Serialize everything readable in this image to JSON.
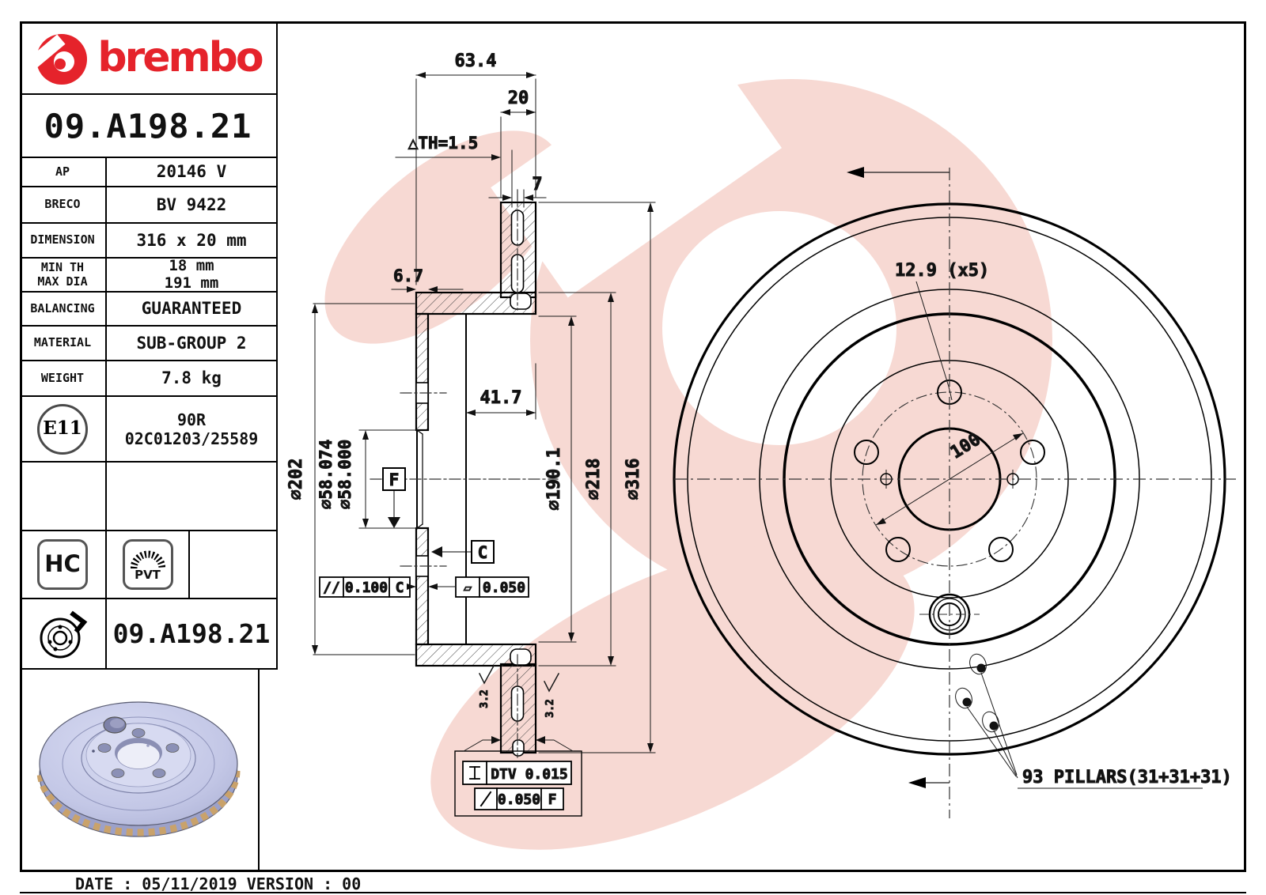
{
  "brand": {
    "name": "brembo",
    "accent_red": "#e5232b"
  },
  "part_number": "09.A198.21",
  "spec_table": {
    "rows": [
      {
        "label": "AP",
        "value": "20146 V"
      },
      {
        "label": "BRECO",
        "value": "BV 9422"
      },
      {
        "label": "DIMENSION",
        "value": "316 x 20 mm"
      },
      {
        "label": "MIN TH",
        "label2": "MAX DIA",
        "value": "18 mm",
        "value2": "191 mm"
      },
      {
        "label": "BALANCING",
        "value": "GUARANTEED"
      },
      {
        "label": "MATERIAL",
        "value": "SUB-GROUP 2"
      },
      {
        "label": "WEIGHT",
        "value": "7.8 kg"
      }
    ],
    "homologation": {
      "mark": "E11",
      "line1": "90R",
      "line2": "02C01203/25589"
    },
    "badges": {
      "hc": "HC",
      "pvt": "PVT"
    },
    "footer_part_number": "09.A198.21"
  },
  "section_view": {
    "dim_height": "63.4",
    "dim_thickness": "20",
    "dim_th_note": "△TH=1.5",
    "dim_vent": "7",
    "dim_flange": "6.7",
    "dim_depth": "41.7",
    "dia_hat": "⌀202",
    "dia_bore_max": "⌀58.074",
    "dia_bore_min": "⌀58.000",
    "dia_drum": "⌀190.1",
    "dia_drum_out": "⌀218",
    "dia_outer": "⌀316",
    "datum_f": "F",
    "datum_c": "C",
    "fcf_parallel_sym": "//",
    "fcf_parallel_tol": "0.100",
    "fcf_parallel_datum": "C",
    "fcf_flat_sym": "▱",
    "fcf_flat_tol": "0.050",
    "fcf_dtv": "DTV 0.015",
    "fcf_runout_tol": "0.050",
    "fcf_runout_datum": "F",
    "roughness": "3.2"
  },
  "front_view": {
    "bolt_holes": "12.9 (x5)",
    "pcd": "100",
    "pillars": "93 PILLARS(31+31+31)"
  },
  "footer": {
    "date_line": "DATE : 05/11/2019 VERSION : 00"
  },
  "colors": {
    "watermark_pink": "#f7d9d3",
    "disc_body": "#c3c7e6",
    "disc_rim_vents": "#c9a26b"
  }
}
